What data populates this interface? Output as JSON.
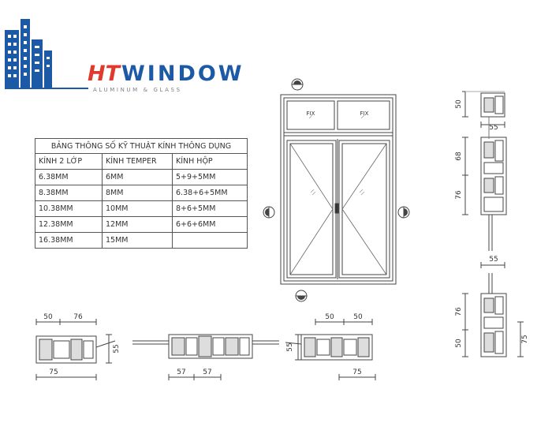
{
  "logo": {
    "brand_prefix": "HT",
    "brand_name": "WINDOW",
    "tagline": "ALUMINUM & GLASS",
    "colors": {
      "building": "#1d5aa6",
      "prefix": "#e03a2f",
      "tagline": "#7a7f88"
    }
  },
  "spec_table": {
    "title": "BẢNG THÔNG SỐ KỸ THUẬT KÍNH  THÔNG DỤNG",
    "headers": [
      "KÍNH 2 LỚP",
      "KÍNH TEMPER",
      "KÍNH HỘP"
    ],
    "rows": [
      [
        "6.38MM",
        "6MM",
        "5+9+5MM"
      ],
      [
        "8.38MM",
        "8MM",
        "6.38+6+5MM"
      ],
      [
        "10.38MM",
        "10MM",
        "8+6+5MM"
      ],
      [
        "12.38MM",
        "12MM",
        "6+6+6MM"
      ],
      [
        "16.38MM",
        "15MM",
        ""
      ]
    ]
  },
  "elevation": {
    "fixed_panel_labels": [
      "FIX",
      "FIX"
    ]
  },
  "dimensions": {
    "vertical_section": [
      "50",
      "55",
      "68",
      "76",
      "55",
      "76",
      "50",
      "75"
    ],
    "bottom_left": [
      "50",
      "76",
      "55",
      "75"
    ],
    "bottom_middle": [
      "57",
      "57"
    ],
    "bottom_right": [
      "50",
      "50",
      "55",
      "75"
    ]
  },
  "icons": [
    "building-logo-icon",
    "section-marker-icon",
    "window-handle-icon"
  ]
}
